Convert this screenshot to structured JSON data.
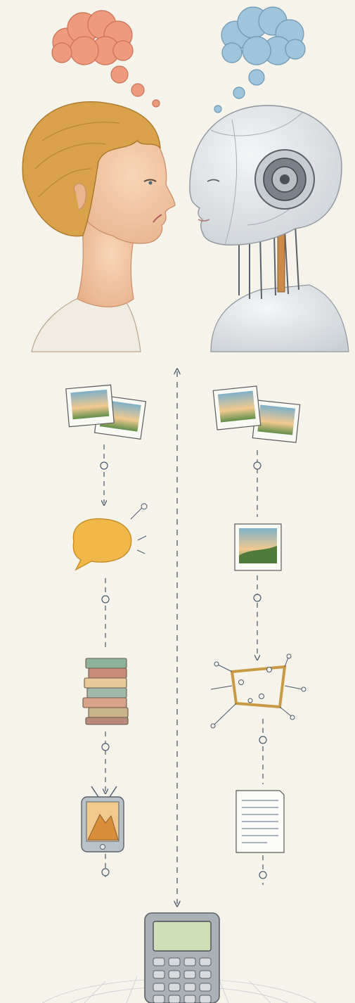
{
  "colors": {
    "background": "#f6f3ea",
    "ink": "#4a5a6a",
    "human_thought": "#ee9a7c",
    "machine_thought": "#9fc4dc",
    "hair": "#d9a24a",
    "skin": "#f3c9a6",
    "robot_shell": "#dfe3e6",
    "robot_dark": "#5b6168",
    "speech_bubble": "#f0b848",
    "book_green": "#8fb39a",
    "book_red": "#c98c7a",
    "frame_gold": "#c99a45",
    "device_screen": "#cfe0b8"
  },
  "figures": {
    "human": {
      "thought_cloud_icon": "thought-cloud-icon",
      "head_icon": "human-profile-icon"
    },
    "machine": {
      "thought_cloud_icon": "thought-cloud-icon",
      "head_icon": "robot-profile-icon"
    }
  },
  "flows": {
    "human": {
      "steps": [
        {
          "icon": "photos-icon"
        },
        {
          "icon": "speech-bubble-icon"
        },
        {
          "icon": "book-stack-icon"
        },
        {
          "icon": "tablet-image-icon"
        }
      ]
    },
    "machine": {
      "steps": [
        {
          "icon": "photos-icon"
        },
        {
          "icon": "single-photo-icon"
        },
        {
          "icon": "bounding-box-icon"
        },
        {
          "icon": "document-icon"
        }
      ]
    }
  },
  "center_connector": {
    "style": "dashed",
    "direction": "bidirectional"
  },
  "bottom_device": {
    "icon": "calculator-icon",
    "ground": "grid-floor"
  }
}
